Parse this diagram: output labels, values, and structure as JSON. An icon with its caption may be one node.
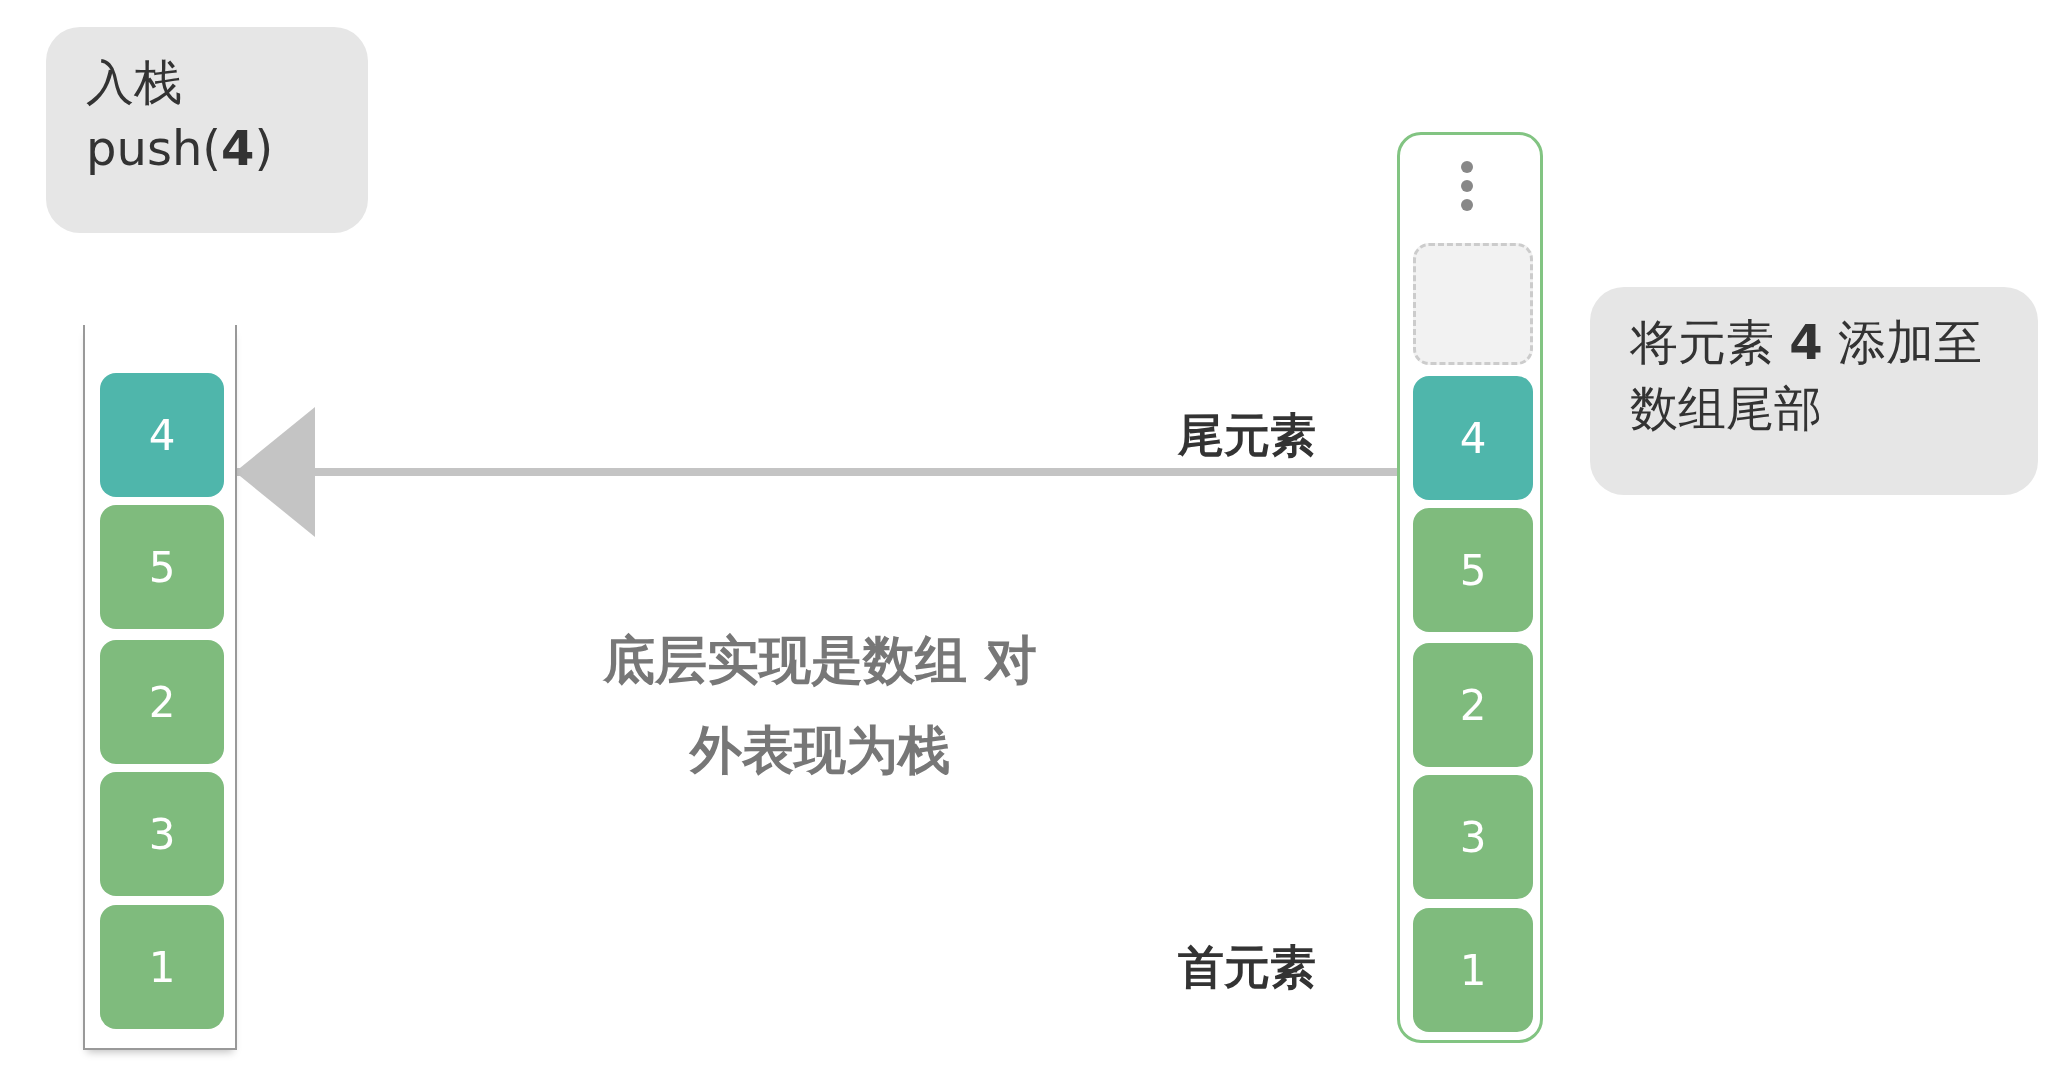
{
  "diagram": {
    "nodes": [
      {
        "text": [
          "入栈",
          "push(**4**)"
        ]
      },
      {
        "text": [],
        "shape": "box"
      },
      {
        "text": [
          "4"
        ],
        "in": 1
      },
      {
        "text": [
          "5"
        ],
        "in": 1
      },
      {
        "text": [
          "2"
        ],
        "in": 1
      },
      {
        "text": [
          "3"
        ],
        "in": 1
      },
      {
        "text": [
          "1"
        ],
        "in": 1
      },
      {
        "text": [],
        "shape": "box"
      },
      {
        "text": [],
        "shape": "box",
        "in": 7
      },
      {
        "text": [
          "4"
        ],
        "in": 7,
        "beside": [
          "尾元素"
        ]
      },
      {
        "text": [
          "5"
        ],
        "in": 7
      },
      {
        "text": [
          "2"
        ],
        "in": 7
      },
      {
        "text": [
          "3"
        ],
        "in": 7
      },
      {
        "text": [
          "1"
        ],
        "in": 7,
        "beside": [
          "首元素"
        ]
      },
      {
        "text": [
          "将元素 **4** 添加至数组尾部"
        ]
      }
    ],
    "edges": [
      {
        "from": 7,
        "to": 1,
        "arrow": "to",
        "label": "底层实现是数组 对外表现为栈"
      }
    ]
  }
}
